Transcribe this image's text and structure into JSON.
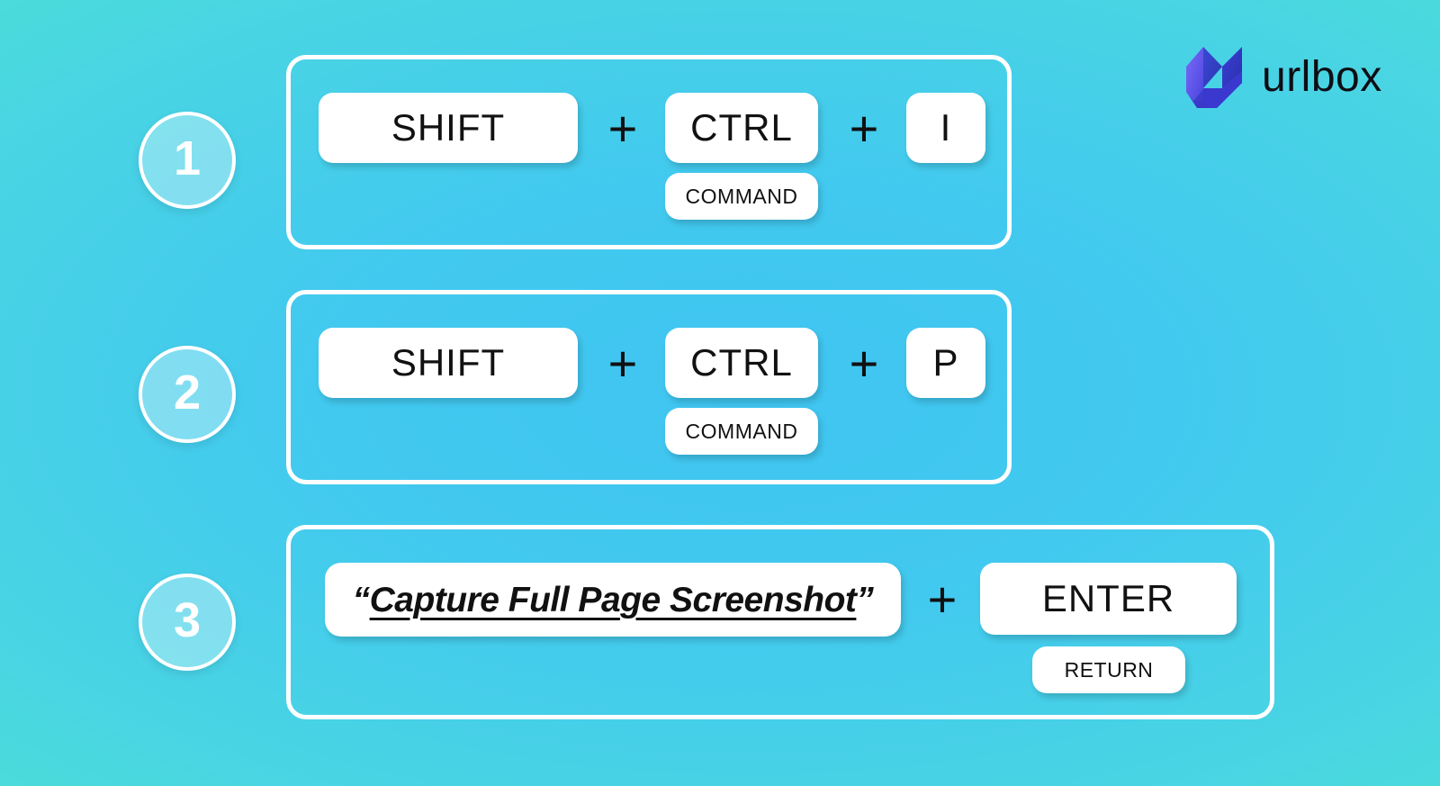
{
  "brand": {
    "name": "urlbox",
    "logo_icon": "urlbox-chevron-logo-icon",
    "colors": {
      "logo_light_purple": "#6b5bf0",
      "logo_mid_blue": "#3f48d8",
      "logo_dark_blue": "#2f33b8"
    }
  },
  "background": {
    "center_color": "#3fc5f0",
    "edge_color": "#4eecc7"
  },
  "steps": [
    {
      "number": "1",
      "keys": [
        {
          "label": "SHIFT",
          "size": "big"
        },
        {
          "label": "CTRL",
          "size": "big"
        },
        {
          "label": "COMMAND",
          "size": "small"
        },
        {
          "label": "I",
          "size": "big"
        }
      ],
      "separators": [
        "+",
        "+"
      ]
    },
    {
      "number": "2",
      "keys": [
        {
          "label": "SHIFT",
          "size": "big"
        },
        {
          "label": "CTRL",
          "size": "big"
        },
        {
          "label": "COMMAND",
          "size": "small"
        },
        {
          "label": "P",
          "size": "big"
        }
      ],
      "separators": [
        "+",
        "+"
      ]
    },
    {
      "number": "3",
      "keys": [
        {
          "label": "“Capture Full Page Screenshot”",
          "size": "phrase"
        },
        {
          "label": "ENTER",
          "size": "big"
        },
        {
          "label": "RETURN",
          "size": "small"
        }
      ],
      "separators": [
        "+"
      ],
      "phrase_parts": {
        "open_quote": "“",
        "text": "Capture Full Page Screenshot",
        "close_quote": "”"
      }
    }
  ]
}
